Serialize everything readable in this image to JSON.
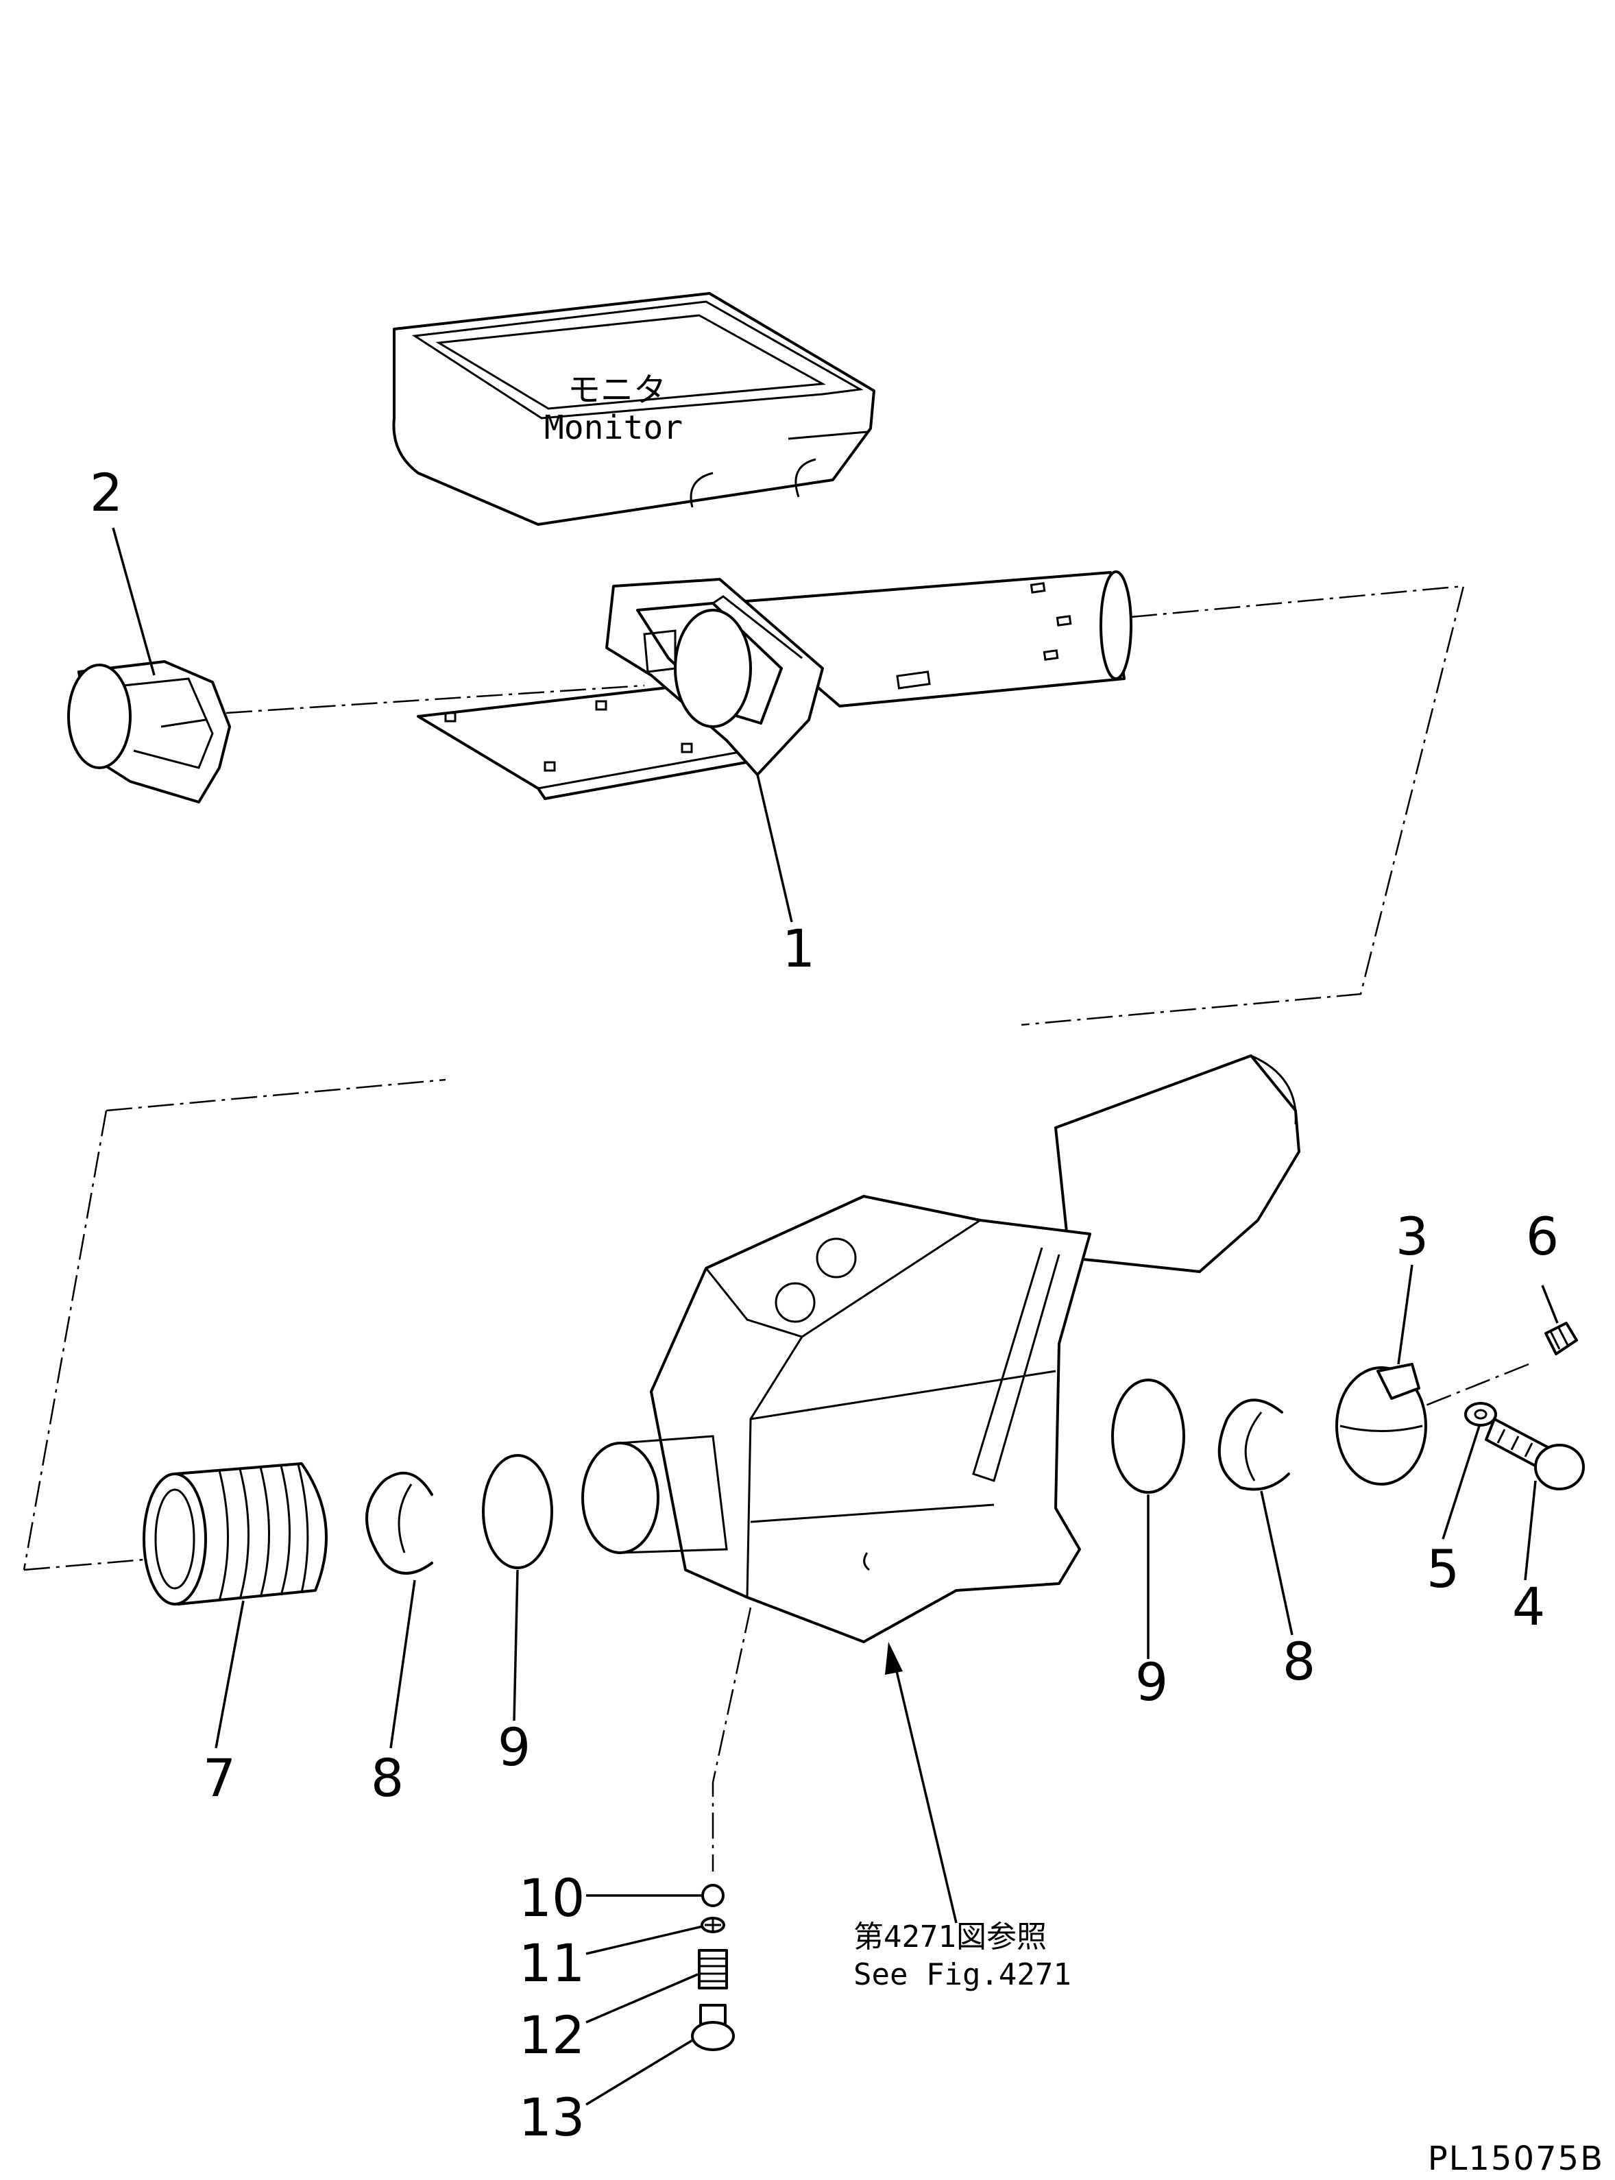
{
  "monitor_label_jp": "モニタ",
  "monitor_label_en": "Monitor",
  "callouts": {
    "c1": "1",
    "c2": "2",
    "c3": "3",
    "c4": "4",
    "c5": "5",
    "c6": "6",
    "c7": "7",
    "c8a": "8",
    "c8b": "8",
    "c9a": "9",
    "c9b": "9",
    "c10": "10",
    "c11": "11",
    "c12": "12",
    "c13": "13"
  },
  "reference_jp": "第4271図参照",
  "reference_en": "See Fig.4271",
  "figure_code": "PL15075B"
}
